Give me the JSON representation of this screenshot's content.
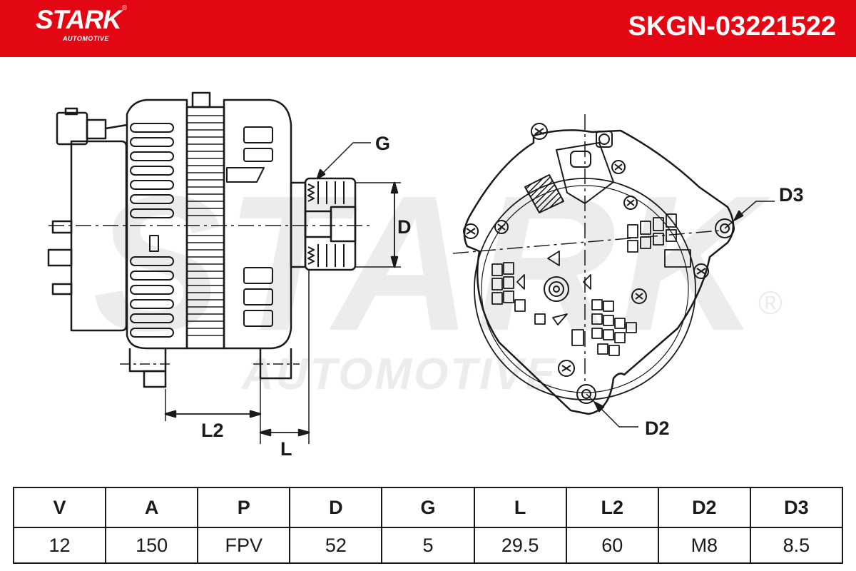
{
  "brand": {
    "name": "STARK",
    "registered_mark": "®",
    "tagline": "AUTOMOTIVE"
  },
  "part_number": "SKGN-03221522",
  "watermark": {
    "text": "STARK",
    "subtext": "AUTOMOTIVE",
    "mark": "®"
  },
  "drawing": {
    "labels": {
      "g": "G",
      "d": "D",
      "d3": "D3",
      "d2": "D2",
      "l2": "L2",
      "l": "L"
    }
  },
  "specs": {
    "headers": [
      "V",
      "A",
      "P",
      "D",
      "G",
      "L",
      "L2",
      "D2",
      "D3"
    ],
    "values": [
      "12",
      "150",
      "FPV",
      "52",
      "5",
      "29.5",
      "60",
      "M8",
      "8.5"
    ]
  },
  "colors": {
    "brand_red": "#e30613",
    "line": "#1a1a1a",
    "watermark": "#e9e9e9"
  }
}
